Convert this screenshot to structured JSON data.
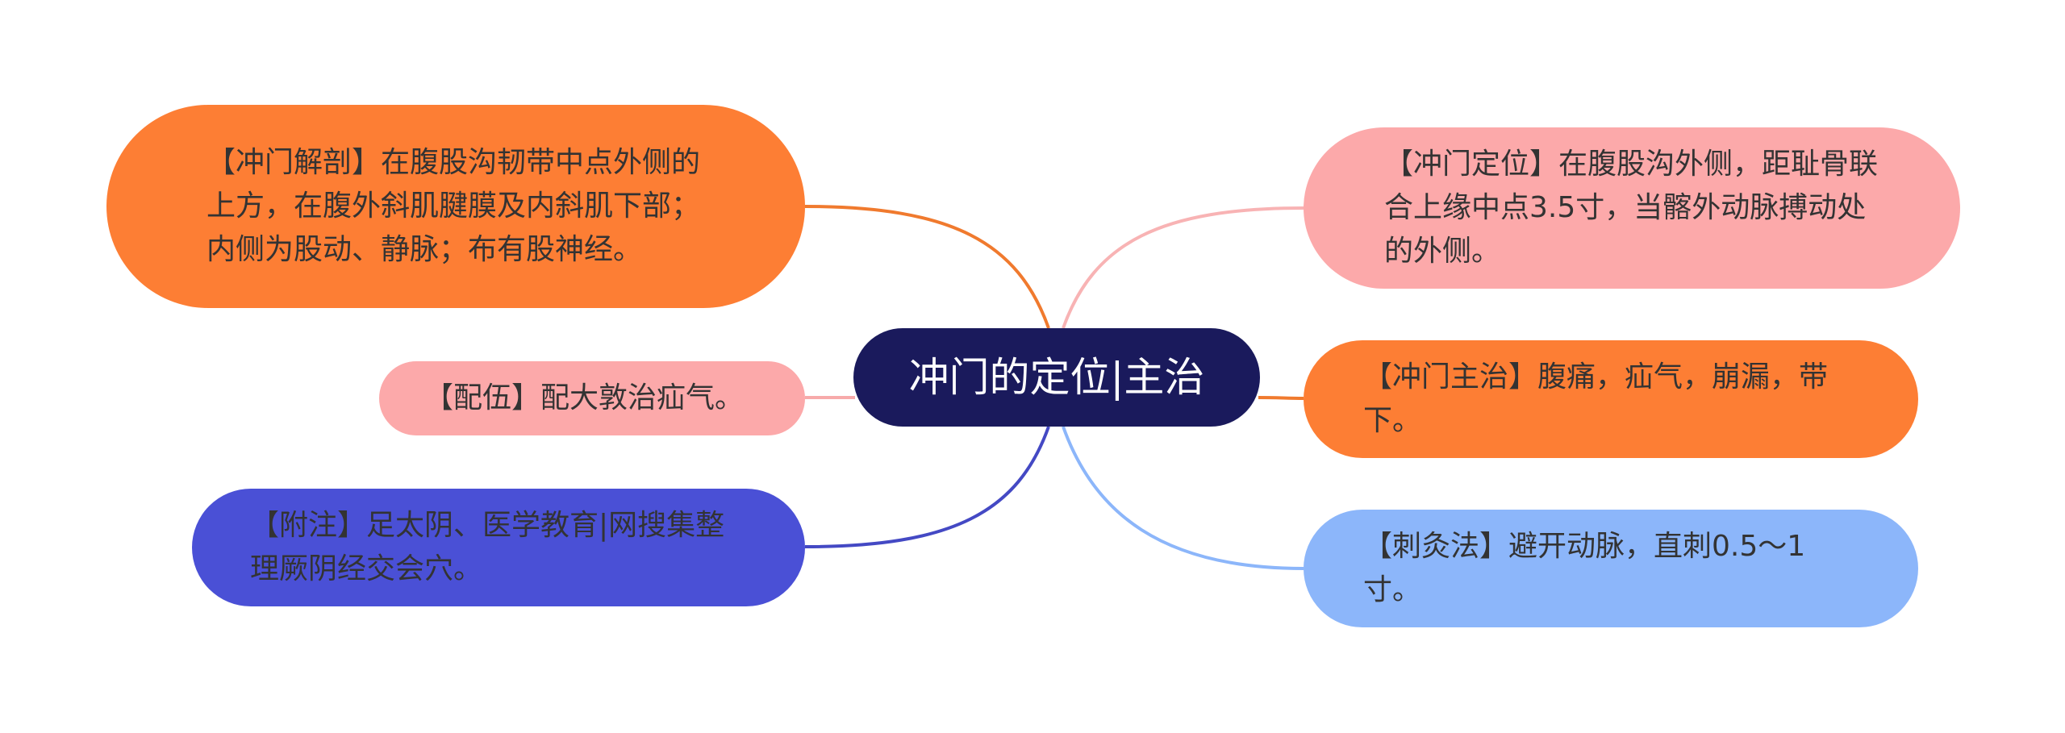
{
  "center": {
    "label": "冲门的定位|主治",
    "color": "#1a1a5c"
  },
  "branches": {
    "anatomy": {
      "text": "【冲门解剖】在腹股沟韧带中点外侧的上方，在腹外斜肌腱膜及内斜肌下部；内侧为股动、静脉；布有股神经。",
      "color": "#fd7e34"
    },
    "pairing": {
      "text": "【配伍】配大敦治疝气。",
      "color": "#fca9aa"
    },
    "note": {
      "text": "【附注】足太阴、医学教育|网搜集整理厥阴经交会穴。",
      "color": "#4a50d6"
    },
    "location": {
      "text": "【冲门定位】在腹股沟外侧，距耻骨联合上缘中点3.5寸，当髂外动脉搏动处的外侧。",
      "color": "#fca9aa"
    },
    "indication": {
      "text": "【冲门主治】腹痛，疝气，崩漏，带下。",
      "color": "#fd7e34"
    },
    "needling": {
      "text": "【刺灸法】避开动脉，直刺0.5～1寸。",
      "color": "#8cb6fa"
    }
  }
}
